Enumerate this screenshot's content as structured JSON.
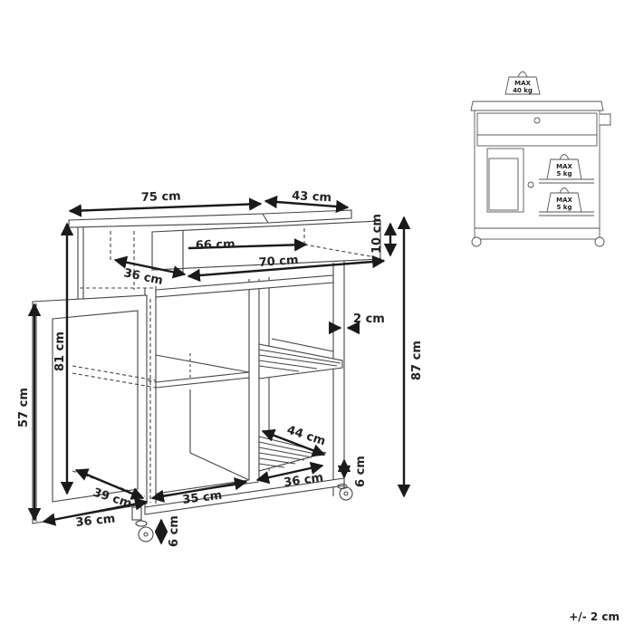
{
  "diagram": {
    "type": "furniture-dimension-drawing",
    "subject": "Kitchen trolley with drawer, door cabinet, two slatted shelves and castor wheels",
    "tolerance": "+/- 2 cm",
    "dimensions": {
      "width_top": "75 cm",
      "depth_top": "43 cm",
      "drawer_width_inner": "66 cm",
      "drawer_width_outer": "70 cm",
      "drawer_depth": "36 cm",
      "drawer_height": "10 cm",
      "total_height": "87 cm",
      "body_height": "81 cm",
      "door_height": "57 cm",
      "door_width": "36 cm",
      "cabinet_depth": "39 cm",
      "cabinet_width": "35 cm",
      "shelf_depth": "44 cm",
      "shelf_width": "36 cm",
      "frame_thickness": "2 cm",
      "wheel_height_front": "6 cm",
      "wheel_height_rear": "6 cm"
    },
    "load_limits": {
      "top": {
        "line1": "MAX",
        "line2": "40 kg"
      },
      "shelf_upper": {
        "line1": "MAX",
        "line2": "5 kg"
      },
      "shelf_lower": {
        "line1": "MAX",
        "line2": "5 kg"
      }
    }
  },
  "colors": {
    "line": "#333333",
    "arrow": "#1a1a1a",
    "shade": "#d9d9d9"
  }
}
